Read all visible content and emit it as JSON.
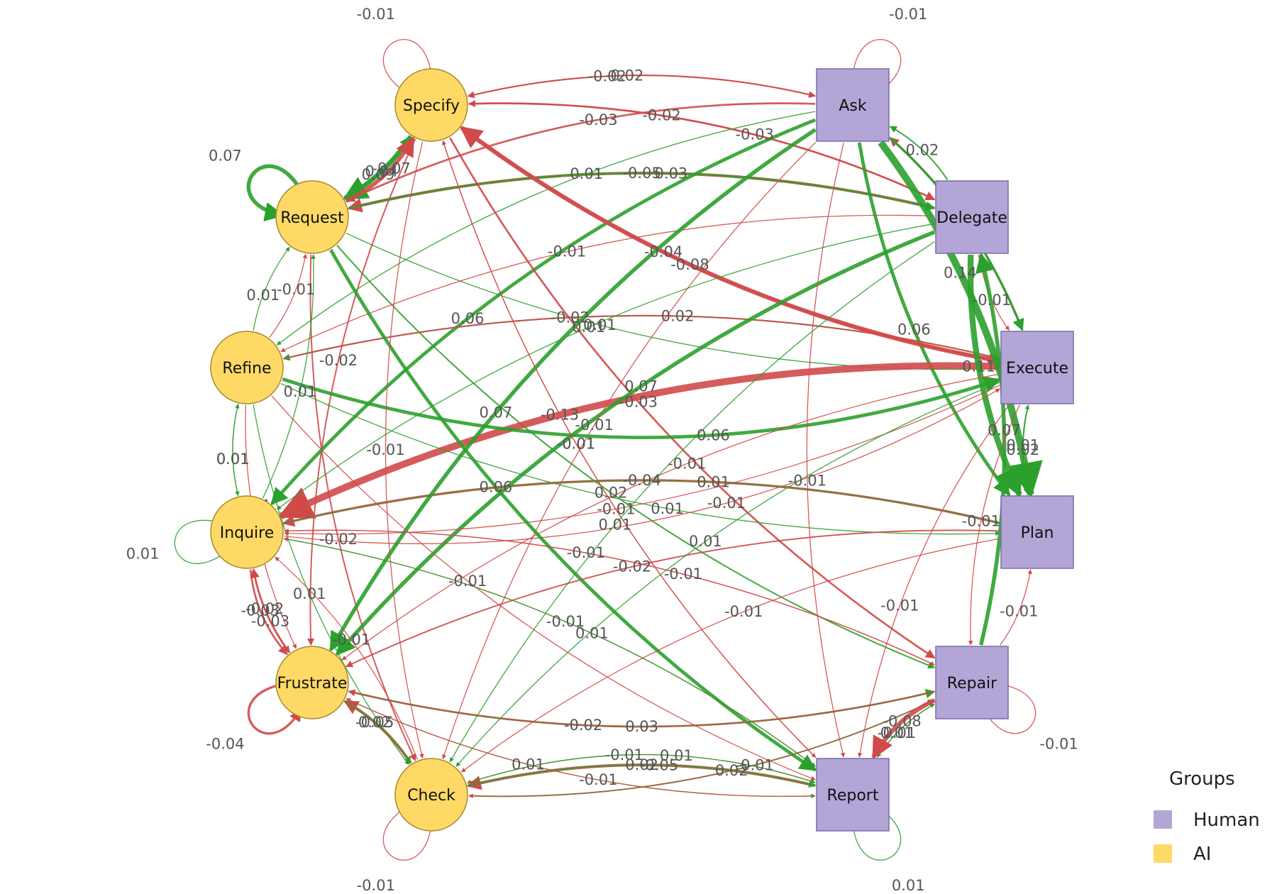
{
  "colors": {
    "human_fill": "#B3A6D6",
    "human_stroke": "#7A6CA8",
    "ai_fill": "#FFD966",
    "ai_stroke": "#A88A2A",
    "positive_edge": "#2CA02C",
    "negative_edge": "#D04A4A"
  },
  "nodes": [
    {
      "id": "Specify",
      "label": "Specify",
      "group": "AI"
    },
    {
      "id": "Request",
      "label": "Request",
      "group": "AI"
    },
    {
      "id": "Refine",
      "label": "Refine",
      "group": "AI"
    },
    {
      "id": "Inquire",
      "label": "Inquire",
      "group": "AI"
    },
    {
      "id": "Frustrate",
      "label": "Frustrate",
      "group": "AI"
    },
    {
      "id": "Check",
      "label": "Check",
      "group": "AI"
    },
    {
      "id": "Ask",
      "label": "Ask",
      "group": "Human"
    },
    {
      "id": "Delegate",
      "label": "Delegate",
      "group": "Human"
    },
    {
      "id": "Execute",
      "label": "Execute",
      "group": "Human"
    },
    {
      "id": "Plan",
      "label": "Plan",
      "group": "Human"
    },
    {
      "id": "Repair",
      "label": "Repair",
      "group": "Human"
    },
    {
      "id": "Report",
      "label": "Report",
      "group": "Human"
    }
  ],
  "edges": [
    {
      "from": "Specify",
      "to": "Specify",
      "weight": -0.01,
      "label": "-0.01"
    },
    {
      "from": "Request",
      "to": "Request",
      "weight": 0.07,
      "label": "0.07"
    },
    {
      "from": "Inquire",
      "to": "Inquire",
      "weight": 0.01,
      "label": "0.01"
    },
    {
      "from": "Frustrate",
      "to": "Frustrate",
      "weight": -0.04,
      "label": "-0.04"
    },
    {
      "from": "Check",
      "to": "Check",
      "weight": -0.01,
      "label": "-0.01"
    },
    {
      "from": "Ask",
      "to": "Ask",
      "weight": -0.01,
      "label": "-0.01"
    },
    {
      "from": "Repair",
      "to": "Repair",
      "weight": -0.01,
      "label": "-0.01"
    },
    {
      "from": "Report",
      "to": "Report",
      "weight": 0.01,
      "label": "0.01"
    },
    {
      "from": "Ask",
      "to": "Specify",
      "weight": -0.02,
      "label": "-0.02"
    },
    {
      "from": "Delegate",
      "to": "Specify",
      "weight": -0.02,
      "label": "-0.02"
    },
    {
      "from": "Specify",
      "to": "Ask",
      "weight": -0.02,
      "label": "-0.02"
    },
    {
      "from": "Ask",
      "to": "Request",
      "weight": -0.03,
      "label": "-0.03"
    },
    {
      "from": "Request",
      "to": "Specify",
      "weight": 0.04,
      "label": "0.04"
    },
    {
      "from": "Specify",
      "to": "Request",
      "weight": 0.09,
      "label": "0.09"
    },
    {
      "from": "Request",
      "to": "Specify",
      "weight": -0.07,
      "label": "-0.07"
    },
    {
      "from": "Specify",
      "to": "Execute",
      "weight": -0.04,
      "label": "-0.04"
    },
    {
      "from": "Specify",
      "to": "Frustrate",
      "weight": -0.02,
      "label": "-0.02"
    },
    {
      "from": "Delegate",
      "to": "Request",
      "weight": -0.05,
      "label": "-0.05"
    },
    {
      "from": "Request",
      "to": "Delegate",
      "weight": 0.03,
      "label": "0.03"
    },
    {
      "from": "Specify",
      "to": "Delegate",
      "weight": -0.03,
      "label": "-0.03"
    },
    {
      "from": "Request",
      "to": "Execute",
      "weight": 0.01,
      "label": "0.01"
    },
    {
      "from": "Execute",
      "to": "Ask",
      "weight": -0.03,
      "label": "-0.03"
    },
    {
      "from": "Delegate",
      "to": "Ask",
      "weight": 0.02,
      "label": "0.02"
    },
    {
      "from": "Request",
      "to": "Check",
      "weight": -0.02,
      "label": "-0.02"
    },
    {
      "from": "Refine",
      "to": "Request",
      "weight": -0.01,
      "label": "-0.01"
    },
    {
      "from": "Refine",
      "to": "Request",
      "weight": 0.01,
      "label": "0.01"
    },
    {
      "from": "Execute",
      "to": "Refine",
      "weight": 0.02,
      "label": "0.02"
    },
    {
      "from": "Request",
      "to": "Repair",
      "weight": 0.02,
      "label": "0.02"
    },
    {
      "from": "Delegate",
      "to": "Refine",
      "weight": -0.01,
      "label": "-0.01"
    },
    {
      "from": "Ask",
      "to": "Inquire",
      "weight": 0.06,
      "label": "0.06"
    },
    {
      "from": "Ask",
      "to": "Refine",
      "weight": 0.01,
      "label": "0.01"
    },
    {
      "from": "Specify",
      "to": "Repair",
      "weight": -0.03,
      "label": "-0.03"
    },
    {
      "from": "Ask",
      "to": "Plan",
      "weight": 0.06,
      "label": "0.06"
    },
    {
      "from": "Execute",
      "to": "Specify",
      "weight": -0.08,
      "label": "-0.08"
    },
    {
      "from": "Execute",
      "to": "Inquire",
      "weight": -0.13,
      "label": "-0.13"
    },
    {
      "from": "Refine",
      "to": "Execute",
      "weight": -0.02,
      "label": "-0.02"
    },
    {
      "from": "Delegate",
      "to": "Frustrate",
      "weight": 0.07,
      "label": "0.07"
    },
    {
      "from": "Ask",
      "to": "Check",
      "weight": -0.01,
      "label": "-0.01"
    },
    {
      "from": "Delegate",
      "to": "Execute",
      "weight": -0.01,
      "label": "-0.01"
    },
    {
      "from": "Ask",
      "to": "Execute",
      "weight": 0.04,
      "label": "0.04"
    },
    {
      "from": "Ask",
      "to": "Plan",
      "weight": 0.14,
      "label": "0.14"
    },
    {
      "from": "Delegate",
      "to": "Plan",
      "weight": 0.11,
      "label": "0.11"
    },
    {
      "from": "Execute",
      "to": "Plan",
      "weight": 0.02,
      "label": "0.02"
    },
    {
      "from": "Plan",
      "to": "Execute",
      "weight": 0.01,
      "label": "0.01"
    },
    {
      "from": "Refine",
      "to": "Inquire",
      "weight": 0.01,
      "label": "0.01"
    },
    {
      "from": "Inquire",
      "to": "Refine",
      "weight": 0.01,
      "label": "0.01"
    },
    {
      "from": "Inquire",
      "to": "Request",
      "weight": 0.01,
      "label": "0.01"
    },
    {
      "from": "Refine",
      "to": "Check",
      "weight": 0.01,
      "label": "0.01"
    },
    {
      "from": "Refine",
      "to": "Plan",
      "weight": 0.01,
      "label": "0.01"
    },
    {
      "from": "Refine",
      "to": "Execute",
      "weight": 0.06,
      "label": "0.06"
    },
    {
      "from": "Refine",
      "to": "Frustrate",
      "weight": -0.01,
      "label": "-0.01"
    },
    {
      "from": "Execute",
      "to": "Frustrate",
      "weight": -0.01,
      "label": "-0.01"
    },
    {
      "from": "Delegate",
      "to": "Inquire",
      "weight": 0.01,
      "label": "0.01"
    },
    {
      "from": "Execute",
      "to": "Inquire",
      "weight": -0.01,
      "label": "-0.01"
    },
    {
      "from": "Inquire",
      "to": "Execute",
      "weight": -0.01,
      "label": "-0.01"
    },
    {
      "from": "Request",
      "to": "Report",
      "weight": 0.06,
      "label": "0.06"
    },
    {
      "from": "Inquire",
      "to": "Frustrate",
      "weight": -0.02,
      "label": "-0.02"
    },
    {
      "from": "Plan",
      "to": "Inquire",
      "weight": -0.04,
      "label": "-0.04"
    },
    {
      "from": "Check",
      "to": "Inquire",
      "weight": -0.01,
      "label": "-0.01"
    },
    {
      "from": "Ask",
      "to": "Frustrate",
      "weight": 0.07,
      "label": "0.07"
    },
    {
      "from": "Repair",
      "to": "Inquire",
      "weight": -0.01,
      "label": "-0.01"
    },
    {
      "from": "Inquire",
      "to": "Repair",
      "weight": -0.01,
      "label": "-0.01"
    },
    {
      "from": "Report",
      "to": "Inquire",
      "weight": -0.01,
      "label": "-0.01"
    },
    {
      "from": "Plan",
      "to": "Frustrate",
      "weight": -0.02,
      "label": "-0.02"
    },
    {
      "from": "Inquire",
      "to": "Plan",
      "weight": 0.01,
      "label": "0.01"
    },
    {
      "from": "Refine",
      "to": "Report",
      "weight": -0.01,
      "label": "-0.01"
    },
    {
      "from": "Specify",
      "to": "Report",
      "weight": -0.01,
      "label": "-0.01"
    },
    {
      "from": "Specify",
      "to": "Check",
      "weight": -0.01,
      "label": "-0.01"
    },
    {
      "from": "Ask",
      "to": "Report",
      "weight": -0.01,
      "label": "-0.01"
    },
    {
      "from": "Execute",
      "to": "Report",
      "weight": -0.01,
      "label": "-0.01"
    },
    {
      "from": "Frustrate",
      "to": "Inquire",
      "weight": -0.03,
      "label": "-0.03"
    },
    {
      "from": "Inquire",
      "to": "Frustrate",
      "weight": -0.03,
      "label": "-0.03"
    },
    {
      "from": "Frustrate",
      "to": "Repair",
      "weight": 0.03,
      "label": "0.03"
    },
    {
      "from": "Check",
      "to": "Repair",
      "weight": 0.02,
      "label": "0.02"
    },
    {
      "from": "Repair",
      "to": "Frustrate",
      "weight": -0.02,
      "label": "-0.02"
    },
    {
      "from": "Repair",
      "to": "Check",
      "weight": -0.01,
      "label": "-0.01"
    },
    {
      "from": "Plan",
      "to": "Check",
      "weight": -0.01,
      "label": "-0.01"
    },
    {
      "from": "Execute",
      "to": "Check",
      "weight": 0.01,
      "label": "0.01"
    },
    {
      "from": "Inquire",
      "to": "Report",
      "weight": 0.01,
      "label": "0.01"
    },
    {
      "from": "Repair",
      "to": "Report",
      "weight": -0.01,
      "label": "-0.01"
    },
    {
      "from": "Report",
      "to": "Repair",
      "weight": 0.01,
      "label": "0.01"
    },
    {
      "from": "Repair",
      "to": "Report",
      "weight": -0.08,
      "label": "-0.08"
    },
    {
      "from": "Repair",
      "to": "Plan",
      "weight": -0.01,
      "label": "-0.01"
    },
    {
      "from": "Repair",
      "to": "Delegate",
      "weight": 0.07,
      "label": "0.07"
    },
    {
      "from": "Check",
      "to": "Frustrate",
      "weight": -0.05,
      "label": "-0.05"
    },
    {
      "from": "Frustrate",
      "to": "Check",
      "weight": 0.02,
      "label": "0.02"
    },
    {
      "from": "Report",
      "to": "Check",
      "weight": -0.05,
      "label": "-0.05"
    },
    {
      "from": "Check",
      "to": "Report",
      "weight": 0.02,
      "label": "0.02"
    },
    {
      "from": "Report",
      "to": "Check",
      "weight": -0.01,
      "label": "-0.01"
    },
    {
      "from": "Check",
      "to": "Report",
      "weight": 0.01,
      "label": "0.01"
    },
    {
      "from": "Frustrate",
      "to": "Report",
      "weight": 0.01,
      "label": "0.01"
    },
    {
      "from": "Report",
      "to": "Frustrate",
      "weight": -0.01,
      "label": "-0.01"
    },
    {
      "from": "Execute",
      "to": "Repair",
      "weight": -0.01,
      "label": "-0.01"
    },
    {
      "from": "Report",
      "to": "Specify",
      "weight": -0.01,
      "label": "-0.01"
    },
    {
      "from": "Delegate",
      "to": "Check",
      "weight": 0.01,
      "label": "0.01"
    }
  ],
  "legend": {
    "title": "Groups",
    "items": [
      {
        "label": "Human",
        "group": "Human"
      },
      {
        "label": "AI",
        "group": "AI"
      }
    ]
  }
}
